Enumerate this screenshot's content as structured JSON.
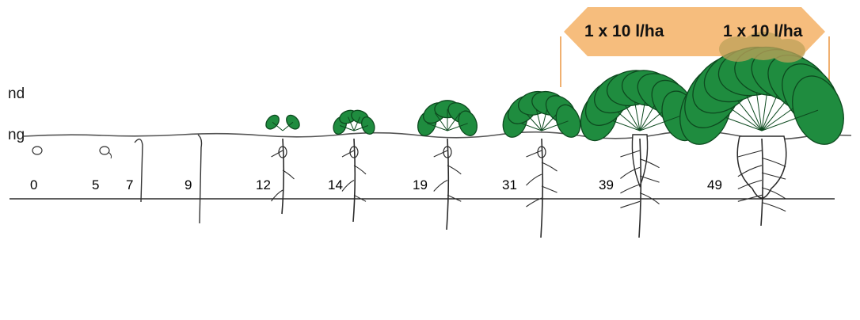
{
  "side_label": {
    "line1": "nd",
    "line2": "ng"
  },
  "banner": {
    "left_text": "1 x 10 l/ha",
    "right_text": "1 x 10 l/ha",
    "color": "#f6bd7d",
    "blob_color": "#bfa25a"
  },
  "stages": [
    "0",
    "5",
    "7",
    "9",
    "12",
    "14",
    "19",
    "31",
    "39",
    "49"
  ],
  "colors": {
    "leaf": "#1f8c3f",
    "leaf_dark": "#0d4a1f",
    "root": "#2b2b2b",
    "line": "#000000"
  }
}
